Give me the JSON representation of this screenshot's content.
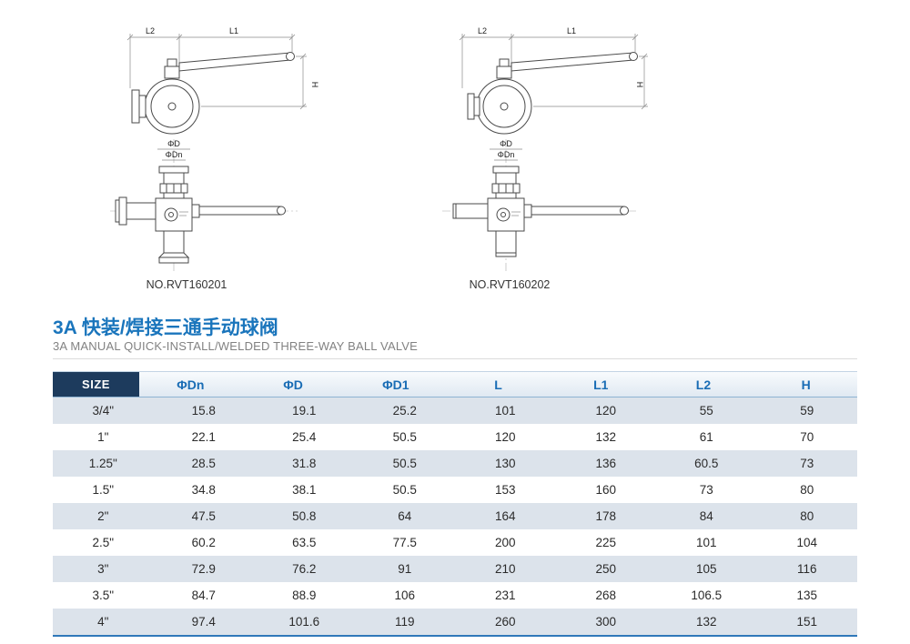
{
  "drawings": {
    "left": {
      "number": "NO.RVT160201",
      "dim_labels": {
        "l2": "L2",
        "l1": "L1",
        "h": "H",
        "d": "ΦD",
        "dn": "ΦDn"
      }
    },
    "right": {
      "number": "NO.RVT160202",
      "dim_labels": {
        "l2": "L2",
        "l1": "L1",
        "h": "H",
        "d": "ΦD",
        "dn": "ΦDn"
      }
    }
  },
  "title": {
    "zh": "3A 快装/焊接三通手动球阀",
    "en": "3A MANUAL QUICK-INSTALL/WELDED THREE-WAY BALL VALVE"
  },
  "colors": {
    "accent_blue": "#1a75bc",
    "header_navy": "#1d3b5d",
    "header_text_blue": "#1a6db5",
    "row_alt": "#dce3eb",
    "table_bottom_line": "#2f78b9"
  },
  "table": {
    "headers": [
      "SIZE",
      "ΦDn",
      "ΦD",
      "ΦD1",
      "L",
      "L1",
      "L2",
      "H"
    ],
    "rows": [
      {
        "size": "3/4\"",
        "values": [
          "15.8",
          "19.1",
          "25.2",
          "101",
          "120",
          "55",
          "59"
        ]
      },
      {
        "size": "1\"",
        "values": [
          "22.1",
          "25.4",
          "50.5",
          "120",
          "132",
          "61",
          "70"
        ]
      },
      {
        "size": "1.25\"",
        "values": [
          "28.5",
          "31.8",
          "50.5",
          "130",
          "136",
          "60.5",
          "73"
        ]
      },
      {
        "size": "1.5\"",
        "values": [
          "34.8",
          "38.1",
          "50.5",
          "153",
          "160",
          "73",
          "80"
        ]
      },
      {
        "size": "2\"",
        "values": [
          "47.5",
          "50.8",
          "64",
          "164",
          "178",
          "84",
          "80"
        ]
      },
      {
        "size": "2.5\"",
        "values": [
          "60.2",
          "63.5",
          "77.5",
          "200",
          "225",
          "101",
          "104"
        ]
      },
      {
        "size": "3\"",
        "values": [
          "72.9",
          "76.2",
          "91",
          "210",
          "250",
          "105",
          "116"
        ]
      },
      {
        "size": "3.5\"",
        "values": [
          "84.7",
          "88.9",
          "106",
          "231",
          "268",
          "106.5",
          "135"
        ]
      },
      {
        "size": "4\"",
        "values": [
          "97.4",
          "101.6",
          "119",
          "260",
          "300",
          "132",
          "151"
        ]
      }
    ]
  }
}
